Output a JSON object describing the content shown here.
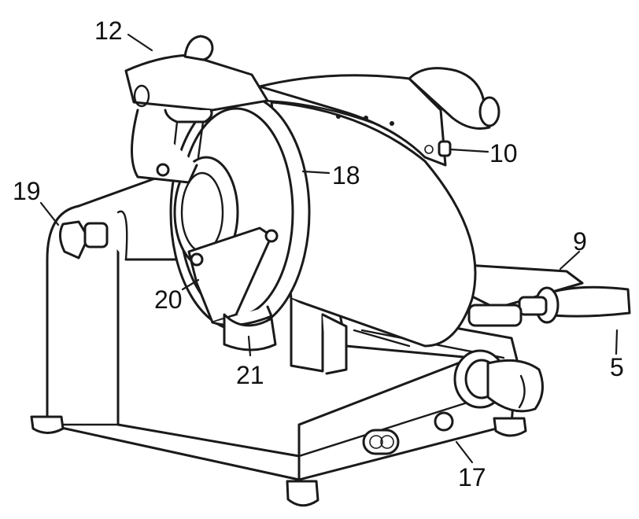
{
  "labels": {
    "p12": "12",
    "p10": "10",
    "p18": "18",
    "p19": "19",
    "p9": "9",
    "p20": "20",
    "p21": "21",
    "p5": "5",
    "p17": "17"
  }
}
